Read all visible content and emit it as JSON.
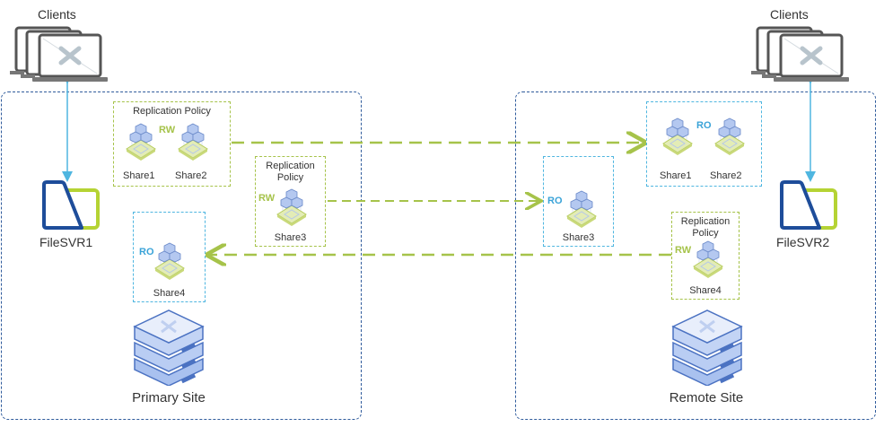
{
  "sites": {
    "primary": {
      "label": "Primary Site"
    },
    "remote": {
      "label": "Remote Site"
    }
  },
  "clients": {
    "left": {
      "label": "Clients"
    },
    "right": {
      "label": "Clients"
    }
  },
  "file_servers": {
    "left": {
      "label": "FileSVR1"
    },
    "right": {
      "label": "FileSVR2"
    }
  },
  "primary_groups": {
    "policy_a": {
      "title": "Replication Policy",
      "mode": "RW",
      "shares": [
        "Share1",
        "Share2"
      ]
    },
    "policy_b": {
      "title_line1": "Replication",
      "title_line2": "Policy",
      "mode": "RW",
      "shares": [
        "Share3"
      ]
    },
    "replica": {
      "mode": "RO",
      "shares": [
        "Share4"
      ]
    }
  },
  "remote_groups": {
    "replica_a": {
      "mode": "RO",
      "shares": [
        "Share1",
        "Share2"
      ]
    },
    "replica_b": {
      "mode": "RO",
      "shares": [
        "Share3"
      ]
    },
    "policy": {
      "title_line1": "Replication",
      "title_line2": "Policy",
      "mode": "RW",
      "shares": [
        "Share4"
      ]
    }
  },
  "colors": {
    "site_border": "#2f5b9c",
    "replication_green": "#a6c34a",
    "read_only_blue": "#3aa3d8",
    "client_link": "#4fb6e0"
  }
}
